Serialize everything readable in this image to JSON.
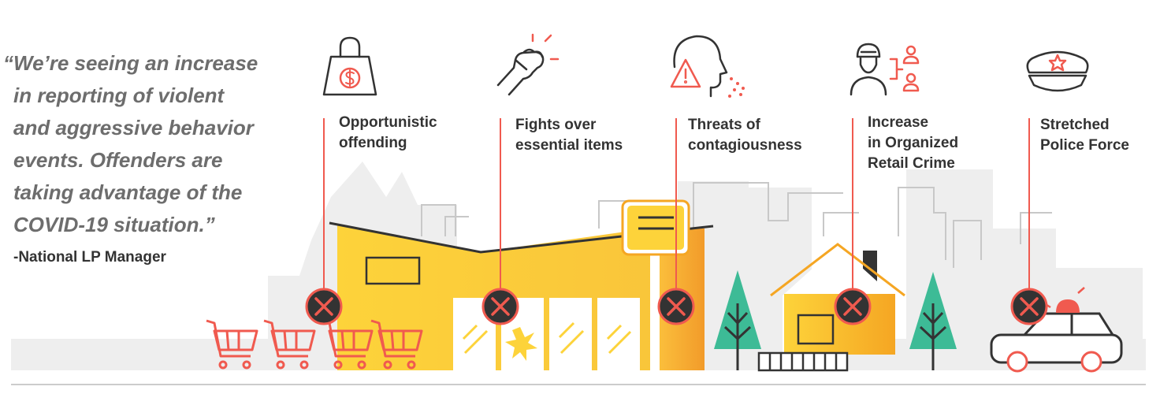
{
  "quote": {
    "lines": [
      "“We’re seeing an increase",
      "in reporting of violent",
      "and aggressive behavior",
      "events. Offenders are",
      "taking advantage of the",
      "COVID-19 situation.”"
    ],
    "attribution": "-National LP Manager"
  },
  "factors": [
    {
      "icon": "shopping-bag-dollar-icon",
      "lines": [
        "Opportunistic",
        "offending"
      ]
    },
    {
      "icon": "fist-icon",
      "lines": [
        "Fights over",
        "essential items"
      ]
    },
    {
      "icon": "head-warning-icon",
      "lines": [
        "Threats of",
        "contagiousness"
      ]
    },
    {
      "icon": "organized-crime-icon",
      "lines": [
        "Increase",
        "in Organized",
        "Retail Crime"
      ]
    },
    {
      "icon": "police-hat-icon",
      "lines": [
        "Stretched",
        "Police Force"
      ]
    }
  ],
  "colors": {
    "accent": "#f05a4f",
    "building": "#fdd33a",
    "building_dark": "#f5a623",
    "tree": "#3dbb96",
    "skyline": "#eeeeee",
    "text": "#333333",
    "quote": "#6d6d6d"
  }
}
